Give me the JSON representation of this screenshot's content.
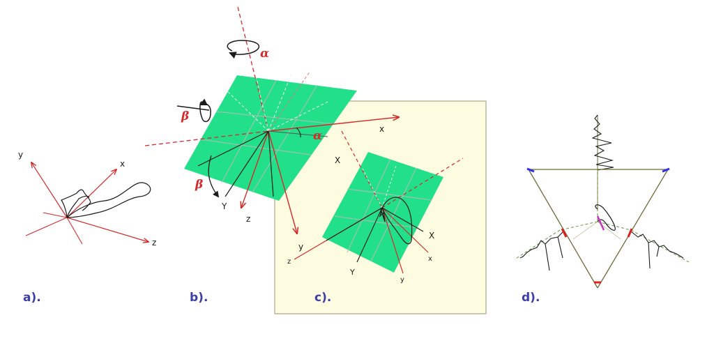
{
  "colors": {
    "plane": "#22e08a",
    "axis_red": "#d42a2a",
    "label_blue": "#3b3fa6",
    "panel_bg": "#fdfbe0",
    "curve": "#1a1a1a",
    "gray_line": "#b8b8b8",
    "olive_line": "#6b6a3a",
    "dashed_green": "#5f9a3a",
    "vertex_blue": "#3030e0",
    "vertex_red": "#e02020",
    "magenta": "#d030c0"
  },
  "panels": {
    "a": {
      "label": "a).",
      "axes": {
        "y": "y",
        "x": "x",
        "z": "z"
      }
    },
    "b": {
      "label": "b).",
      "axes": {
        "x": "x",
        "z": "z",
        "Y": "Y"
      },
      "alpha": "α",
      "beta": "β"
    },
    "c": {
      "label": "c).",
      "axes": {
        "X_big": "X",
        "y_big": "y",
        "X_small": "X",
        "x_small": "x",
        "y_small": "y",
        "z_small": "z",
        "Y_small": "Y"
      }
    },
    "d": {
      "label": "d)."
    }
  }
}
